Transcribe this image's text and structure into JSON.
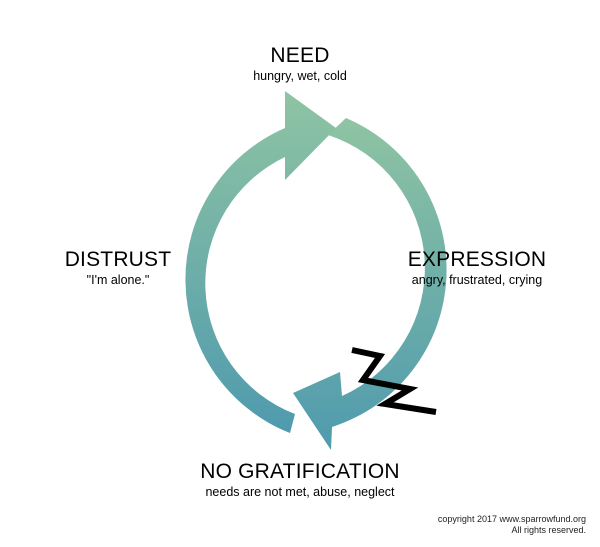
{
  "stages": {
    "need": {
      "title": "NEED",
      "subtitle": "hungry, wet, cold"
    },
    "expression": {
      "title": "EXPRESSION",
      "subtitle": "angry, frustrated, crying"
    },
    "no_gratification": {
      "title": "NO GRATIFICATION",
      "subtitle": "needs are not met, abuse, neglect"
    },
    "distrust": {
      "title": "DISTRUST",
      "subtitle": "\"I'm alone.\""
    }
  },
  "footer": {
    "copyright": "copyright 2017 www.sparrowfund.org",
    "rights": "All rights reserved."
  },
  "colors": {
    "cycle_top": "#8fc4a3",
    "cycle_bottom": "#4f9aae",
    "break_symbol": "#000000"
  },
  "icons": {
    "cycle": "circular-arrow-cycle",
    "break": "zigzag-break-icon"
  }
}
